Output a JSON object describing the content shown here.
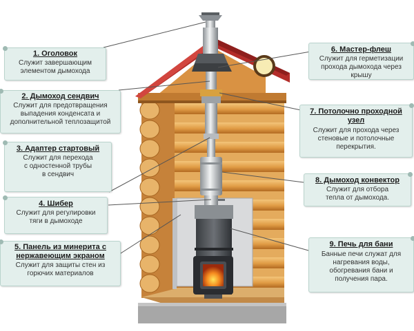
{
  "labels": [
    {
      "title": "1. Оголовок",
      "desc": "Служит завершающим элементом дымохода"
    },
    {
      "title": "2. Дымоход сендвич",
      "desc": "Служит для предотвращения выпадения конденсата и дополнительной теплозащитой"
    },
    {
      "title": "3. Адаптер стартовый",
      "desc": "Служит для перехода с одностенной трубы в сендвич"
    },
    {
      "title": "4. Шибер",
      "desc": "Служит для регулировки тяги в дымоходе"
    },
    {
      "title": "5. Панель из минерита с нержавеющим экраном",
      "desc": "Служит для защиты стен из горючих материалов"
    },
    {
      "title": "6. Мастер-флеш",
      "desc": "Служит для герметизации прохода дымохода через крышу"
    },
    {
      "title": "7. Потолочно проходной узел",
      "desc": "Служит для прохода через стеновые и потолочные перекрытия."
    },
    {
      "title": "8. Дымоход конвектор",
      "desc": "Служит для отбора тепла от дымохода."
    },
    {
      "title": "9. Печь для бани",
      "desc": "Банные печи служат для нагревания воды, обогревания бани и получения пара."
    }
  ],
  "colors": {
    "label_bg": "#e3efec",
    "roof": "#b32d2a",
    "log": "#e2a24a",
    "steel": "#c9cccf",
    "leader": "#555555"
  }
}
